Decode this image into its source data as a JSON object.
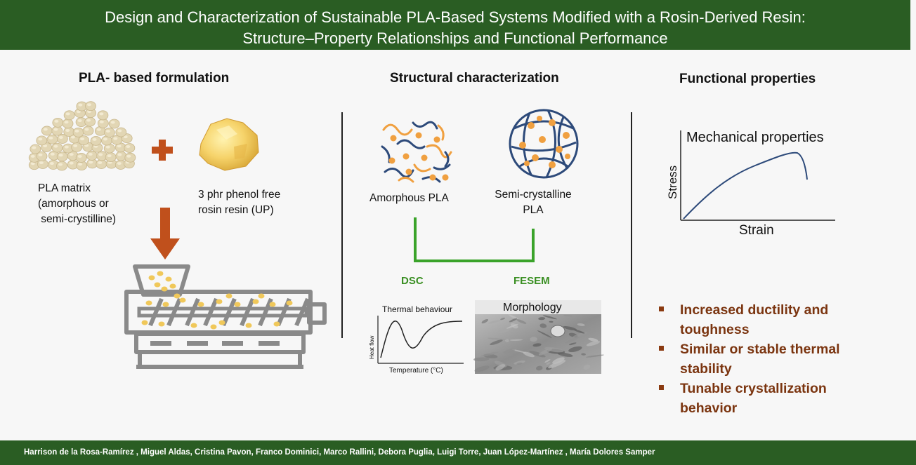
{
  "header": {
    "title_line1": "Design and Characterization of Sustainable PLA-Based Systems Modified with a Rosin-Derived Resin:",
    "title_line2": "Structure–Property Relationships and Functional Performance"
  },
  "sections": {
    "formulation": {
      "title": "PLA- based formulation",
      "matrix_label": [
        "PLA  matrix",
        "(amorphous or",
        " semi-crystilline)"
      ],
      "resin_label": [
        "3 phr phenol free",
        "rosin resin (UP)"
      ]
    },
    "structural": {
      "title": "Structural characterization",
      "amorphous_label": "Amorphous PLA",
      "semicrystalline_label": [
        "Semi-crystalline",
        "PLA"
      ],
      "dsc_label": "DSC",
      "fesem_label": "FESEM",
      "thermal_title": "Thermal behaviour",
      "thermal_ylabel": "Heat flow",
      "thermal_xlabel": "Temperature (°C)",
      "morphology_title": "Morphology"
    },
    "functional": {
      "title": "Functional properties",
      "mech_title": "Mechanical properties",
      "mech_ylabel": "Stress",
      "mech_xlabel": "Strain",
      "bullets": [
        [
          "Increased ductility and",
          "toughness"
        ],
        [
          "Similar or stable thermal",
          "stability"
        ],
        [
          "Tunable crystallization",
          "behavior"
        ]
      ]
    }
  },
  "footer": {
    "authors": "Harrison de la Rosa-Ramírez , Miguel Aldas, Cristina Pavon, Franco Dominici, Marco Rallini, Debora Puglia, Luigi Torre, Juan López-Martínez , María Dolores Samper"
  },
  "colors": {
    "header_green": "#2a5d23",
    "accent_orange": "#c0501c",
    "label_green": "#3a8f23",
    "bullet_brown": "#7b3510",
    "extruder_gray": "#8a8a8a",
    "polymer_blue": "#2d4a7a",
    "particle_orange": "#f0a040"
  },
  "icons": [
    "pellets-pile-icon",
    "plus-icon",
    "rosin-lump-icon",
    "down-arrow-icon",
    "extruder-icon",
    "amorphous-chain-icon",
    "semicrystalline-sphere-icon"
  ]
}
